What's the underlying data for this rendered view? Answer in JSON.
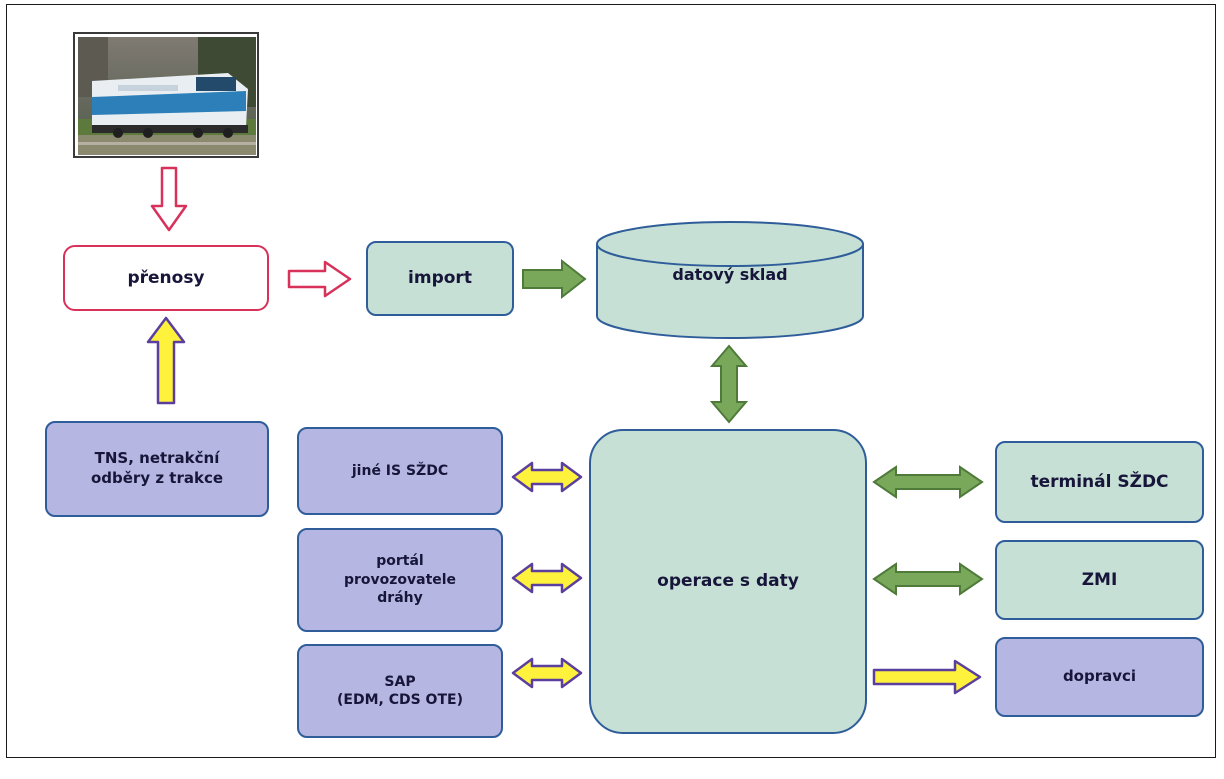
{
  "nodes": {
    "prenosy": "přenosy",
    "import": "import",
    "datovy_sklad": "datový sklad",
    "tns": [
      "TNS, netrakční",
      "odběry z trakce"
    ],
    "jine_is": "jiné IS SŽDC",
    "portal": [
      "portál",
      "provozovatele",
      "dráhy"
    ],
    "sap": [
      "SAP",
      "(EDM, CDS OTE)"
    ],
    "operace": "operace s daty",
    "terminal": "terminál SŽDC",
    "zmi": "ZMI",
    "dopravci": "dopravci"
  },
  "colors": {
    "red": "#d8315a",
    "purple_fill": "#b5b6e2",
    "green_fill": "#c6e0d5",
    "green_arrow": "#7aa85a",
    "yellow_arrow": "#fff23c",
    "purple_outline": "#5b3f9e",
    "box_border": "#2f5d9a"
  },
  "icons": {
    "photo": "locomotive-photo"
  }
}
